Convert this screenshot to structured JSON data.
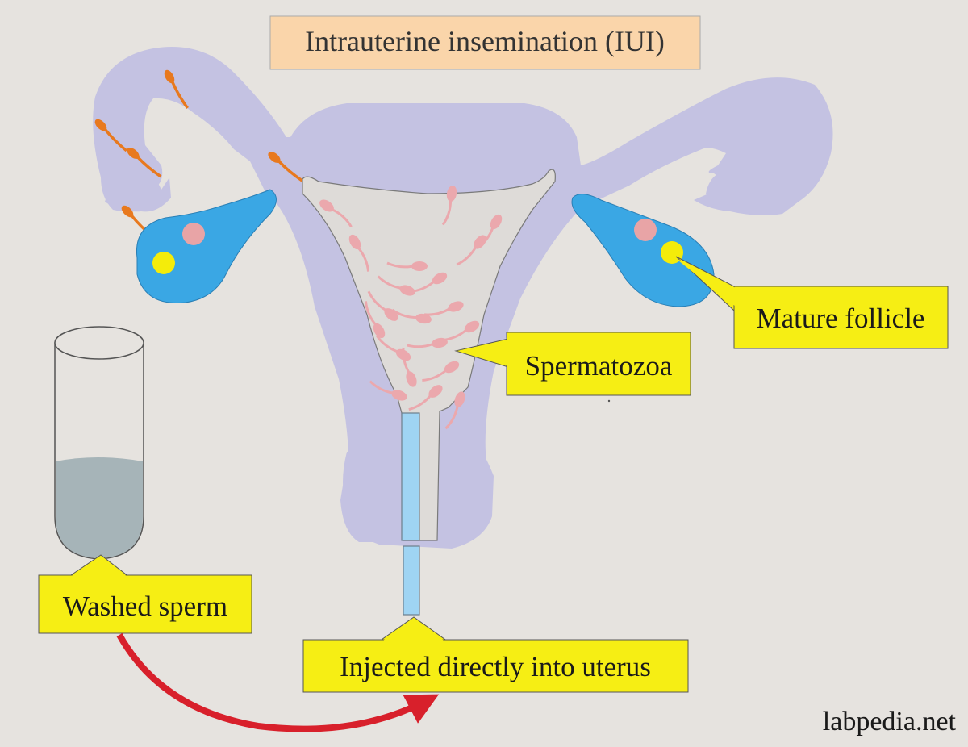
{
  "title": "Intrauterine insemination (IUI)",
  "labels": {
    "mature_follicle": "Mature follicle",
    "spermatozoa": "Spermatozoa",
    "washed_sperm": "Washed sperm",
    "injected": "Injected directly into uterus"
  },
  "watermark": "labpedia.net",
  "colors": {
    "background": "#e6e3df",
    "uterus": "#c4c2e2",
    "cavity": "#dedbd8",
    "ovary": "#3aa7e4",
    "follicle_mature": "#f4ec0a",
    "follicle_immature": "#e8a4a6",
    "sperm_in_tube": "#e8791e",
    "sperm_in_uterus": "#eba8ad",
    "catheter": "#9fd4f3",
    "sperm_liquid": "#a6b4b8",
    "callout_fill": "#f6ee14",
    "title_fill": "#fad5aa",
    "arrow": "#d8202b"
  }
}
